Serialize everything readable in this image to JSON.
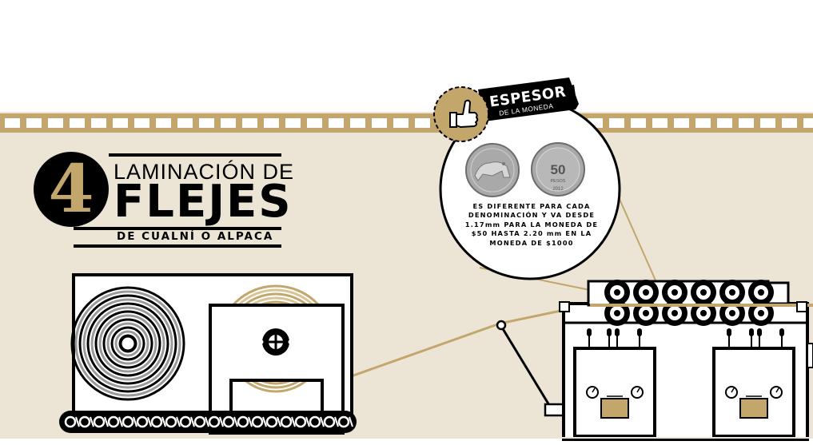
{
  "title": {
    "number": "4",
    "line1": "LAMINACIÓN DE",
    "line2": "FLEJES",
    "subtitle": "DE CUALNÍ O ALPACA"
  },
  "callout": {
    "ribbon_title": "ESPESOR",
    "ribbon_subtitle": "DE LA MONEDA",
    "coin_value": "50",
    "coin_unit": "PESOS",
    "coin_year": "2012",
    "text": "ES DIFERENTE PARA CADA DENOMINACIÓN Y VA DESDE 1.17mm PARA LA MONEDA DE $50 HASTA 2.20 mm EN LA MONEDA DE $1000"
  },
  "icons": [
    "thumbs-up-icon",
    "coin-reverse-icon",
    "coin-obverse-icon",
    "gauge-icon"
  ],
  "colors": {
    "gold": "#c2a66c",
    "band": "#ece5d6",
    "ink": "#000000"
  }
}
